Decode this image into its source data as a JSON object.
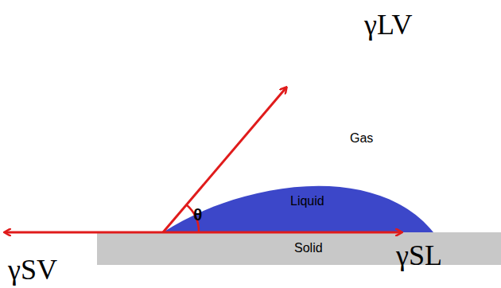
{
  "diagram": {
    "nodes": [
      {
        "text": [
          "Liquid"
        ]
      },
      {
        "text": [
          "Solid"
        ]
      }
    ],
    "labels": [
      "γLV",
      "Gas",
      "θ",
      "γSV",
      "γSL"
    ]
  }
}
